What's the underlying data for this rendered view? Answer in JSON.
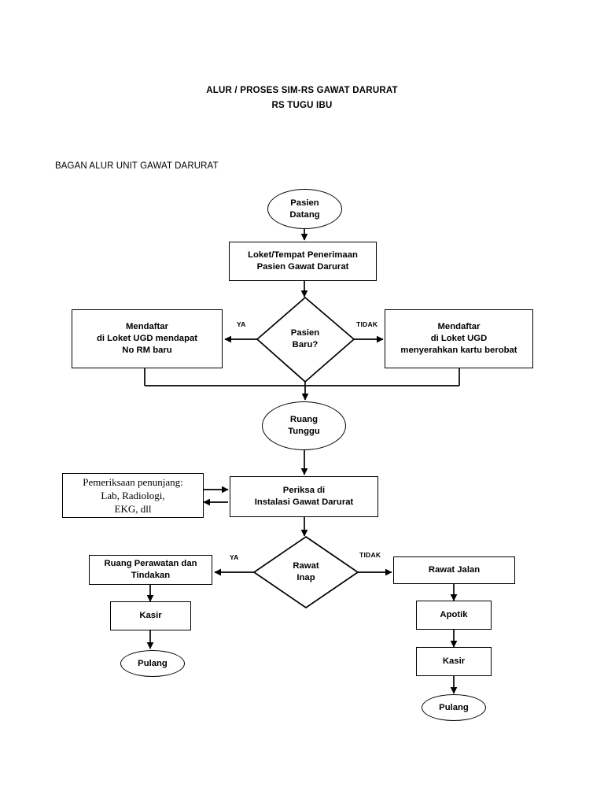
{
  "document": {
    "title_line1": "ALUR / PROSES SIM-RS GAWAT DARURAT",
    "title_line2": "RS TUGU IBU",
    "section_label": "BAGAN ALUR UNIT GAWAT DARURAT"
  },
  "chart_data": {
    "type": "diagram",
    "title": "ALUR / PROSES SIM-RS GAWAT DARURAT",
    "subtitle": "RS TUGU IBU",
    "nodes": [
      {
        "id": "pasien-datang",
        "shape": "oval",
        "label": "Pasien\nDatang"
      },
      {
        "id": "loket",
        "shape": "process",
        "label": "Loket/Tempat Penerimaan\nPasien Gawat Darurat"
      },
      {
        "id": "pasien-baru",
        "shape": "decision",
        "label": "Pasien\nBaru?"
      },
      {
        "id": "daftar-baru",
        "shape": "process",
        "label": "Mendaftar\ndi Loket UGD mendapat\nNo RM baru"
      },
      {
        "id": "daftar-lama",
        "shape": "process",
        "label": "Mendaftar\ndi Loket UGD\nmenyerahkan  kartu berobat"
      },
      {
        "id": "ruang-tunggu",
        "shape": "oval",
        "label": "Ruang\nTunggu"
      },
      {
        "id": "penunjang",
        "shape": "process",
        "label": "Pemeriksaan penunjang:\nLab, Radiologi,\nEKG, dll"
      },
      {
        "id": "periksa-igd",
        "shape": "process",
        "label": "Periksa di\nInstalasi Gawat Darurat"
      },
      {
        "id": "rawat-inap",
        "shape": "decision",
        "label": "Rawat\nInap"
      },
      {
        "id": "ruang-perawatan",
        "shape": "process",
        "label": "Ruang Perawatan dan\nTindakan"
      },
      {
        "id": "rawat-jalan",
        "shape": "process",
        "label": "Rawat Jalan"
      },
      {
        "id": "kasir-inap",
        "shape": "process",
        "label": "Kasir"
      },
      {
        "id": "apotik",
        "shape": "process",
        "label": "Apotik"
      },
      {
        "id": "kasir-jalan",
        "shape": "process",
        "label": "Kasir"
      },
      {
        "id": "pulang-inap",
        "shape": "oval",
        "label": "Pulang"
      },
      {
        "id": "pulang-jalan",
        "shape": "oval",
        "label": "Pulang"
      }
    ],
    "edges": [
      {
        "from": "pasien-datang",
        "to": "loket",
        "label": ""
      },
      {
        "from": "loket",
        "to": "pasien-baru",
        "label": ""
      },
      {
        "from": "pasien-baru",
        "to": "daftar-baru",
        "label": "YA"
      },
      {
        "from": "pasien-baru",
        "to": "daftar-lama",
        "label": "TIDAK"
      },
      {
        "from": "daftar-baru",
        "to": "ruang-tunggu",
        "label": ""
      },
      {
        "from": "daftar-lama",
        "to": "ruang-tunggu",
        "label": ""
      },
      {
        "from": "pasien-baru",
        "to": "ruang-tunggu",
        "label": ""
      },
      {
        "from": "ruang-tunggu",
        "to": "periksa-igd",
        "label": ""
      },
      {
        "from": "periksa-igd",
        "to": "penunjang",
        "label": "",
        "bidirectional": true
      },
      {
        "from": "periksa-igd",
        "to": "rawat-inap",
        "label": ""
      },
      {
        "from": "rawat-inap",
        "to": "ruang-perawatan",
        "label": "YA"
      },
      {
        "from": "rawat-inap",
        "to": "rawat-jalan",
        "label": "TIDAK"
      },
      {
        "from": "ruang-perawatan",
        "to": "kasir-inap",
        "label": ""
      },
      {
        "from": "kasir-inap",
        "to": "pulang-inap",
        "label": ""
      },
      {
        "from": "rawat-jalan",
        "to": "apotik",
        "label": ""
      },
      {
        "from": "apotik",
        "to": "kasir-jalan",
        "label": ""
      },
      {
        "from": "kasir-jalan",
        "to": "pulang-jalan",
        "label": ""
      }
    ],
    "edge_labels": {
      "ya_top": "YA",
      "tidak_top": "TIDAK",
      "ya_bottom": "YA",
      "tidak_bottom": "TIDAK"
    }
  }
}
